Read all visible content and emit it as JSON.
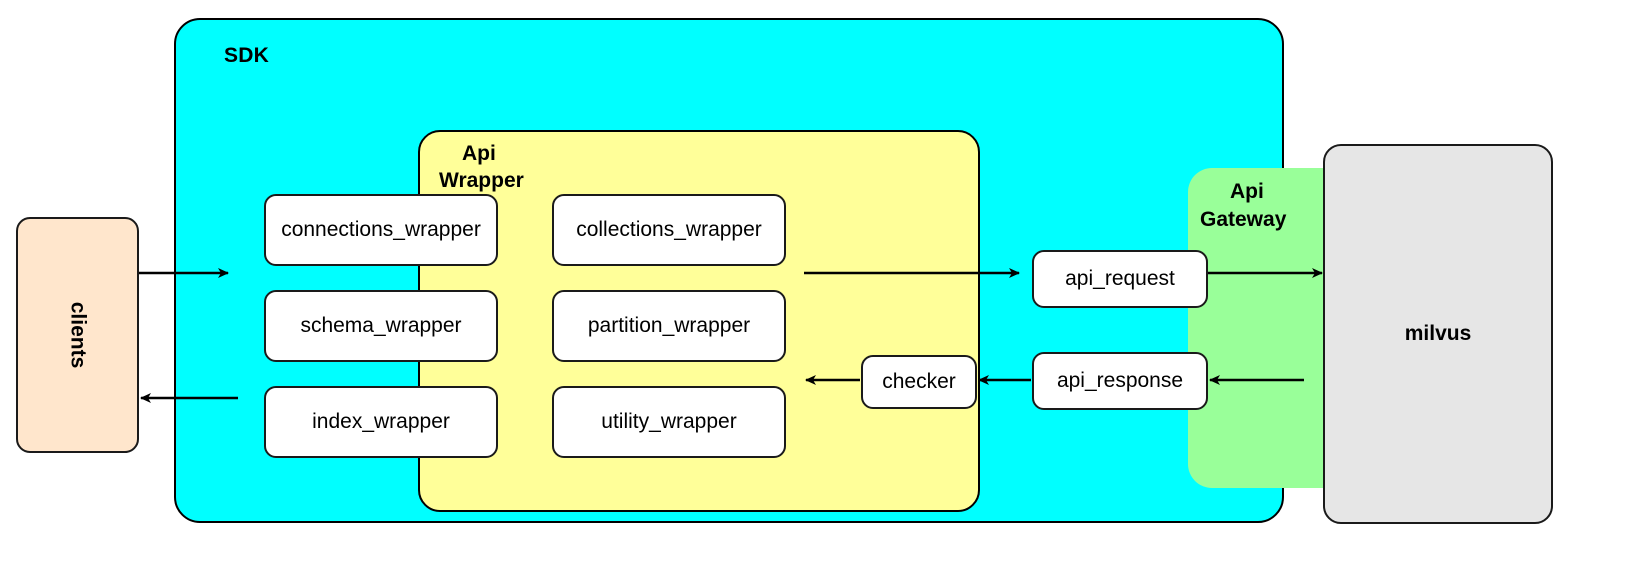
{
  "diagram": {
    "title_sdk": "SDK",
    "containers": {
      "sdk": {
        "label": "SDK",
        "color": "#00ffff"
      },
      "api_wrapper": {
        "label_line1": "Api",
        "label_line2": "Wrapper",
        "color": "#ffff99"
      },
      "api_gateway": {
        "label_line1": "Api",
        "label_line2": "Gateway",
        "color": "#99ff99"
      }
    },
    "external": {
      "clients": {
        "label": "clients",
        "color": "#ffe6cc"
      },
      "milvus": {
        "label": "milvus",
        "color": "#e6e6e6"
      }
    },
    "wrapper_nodes": [
      {
        "label": "connections_wrapper"
      },
      {
        "label": "collections_wrapper"
      },
      {
        "label": "schema_wrapper"
      },
      {
        "label": "partition_wrapper"
      },
      {
        "label": "index_wrapper"
      },
      {
        "label": "utility_wrapper"
      }
    ],
    "gateway_nodes": [
      {
        "label": "api_request"
      },
      {
        "label": "api_response"
      }
    ],
    "checker": {
      "label": "checker"
    },
    "edges": [
      {
        "from": "clients",
        "to": "api_wrapper",
        "direction": "right"
      },
      {
        "from": "api_wrapper",
        "to": "api_request",
        "direction": "right"
      },
      {
        "from": "api_request",
        "to": "milvus",
        "direction": "right"
      },
      {
        "from": "milvus",
        "to": "api_response",
        "direction": "left"
      },
      {
        "from": "api_response",
        "to": "checker",
        "direction": "left"
      },
      {
        "from": "checker",
        "to": "api_wrapper",
        "direction": "left"
      },
      {
        "from": "api_wrapper",
        "to": "clients",
        "direction": "left"
      }
    ]
  }
}
